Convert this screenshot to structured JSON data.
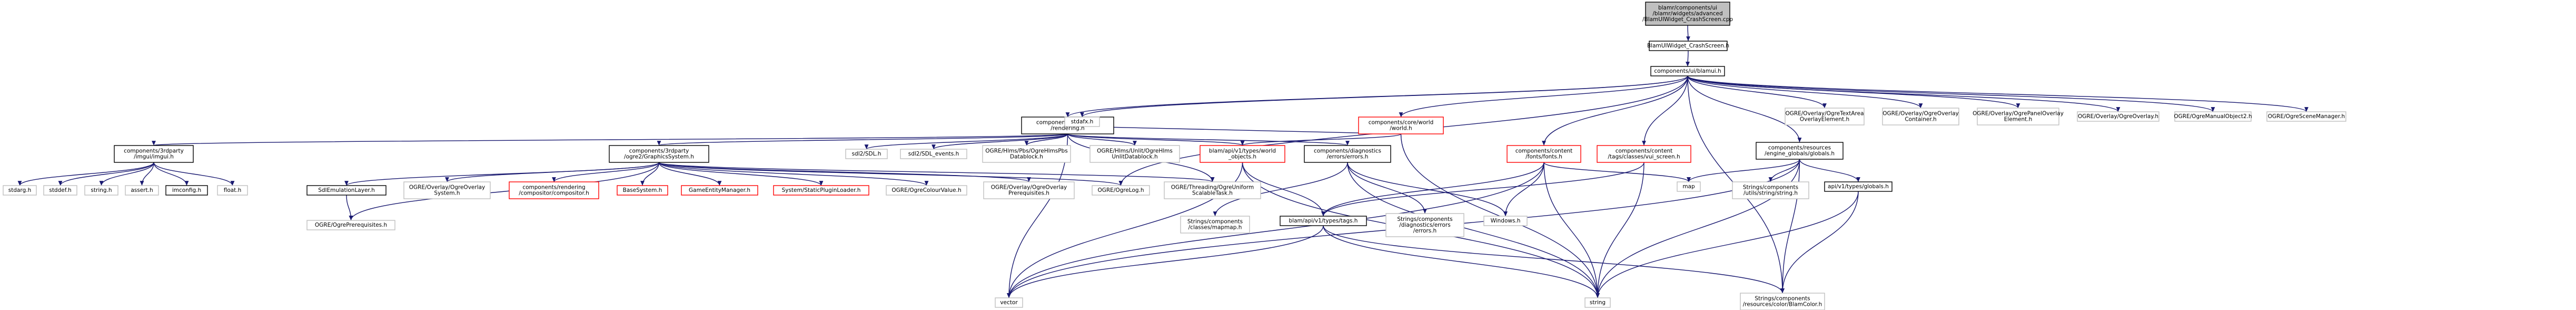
{
  "colors": {
    "background": "#ffffff",
    "edge": "#191970",
    "border_normal": "#000000",
    "border_missing": "#bfbfbf",
    "border_broken": "#ff0000",
    "fill_root": "#bfbfbf",
    "fill_normal": "#ffffff"
  },
  "nodes": {
    "root": {
      "lines": [
        "blamr/components/ui",
        "/blamr/widgets/advanced",
        "/BlamUIWidget_CrashScreen.cpp"
      ],
      "kind": "root"
    },
    "crashscreen_h": {
      "lines": [
        "BlamUIWidget_CrashScreen.h"
      ],
      "kind": "normal"
    },
    "blamui_h": {
      "lines": [
        "components/ui/blamui.h"
      ],
      "kind": "normal"
    },
    "rendering_h": {
      "lines": [
        "components/rendering",
        "/rendering.h"
      ],
      "kind": "normal"
    },
    "world_h": {
      "lines": [
        "components/core/world",
        "/world.h"
      ],
      "kind": "broken"
    },
    "text_overlay_h": {
      "lines": [
        "OGRE/Overlay/OgreTextArea",
        "OverlayElement.h"
      ],
      "kind": "missing"
    },
    "overlay_container_h": {
      "lines": [
        "OGRE/Overlay/OgreOverlay",
        "Container.h"
      ],
      "kind": "missing"
    },
    "panel_overlay_h": {
      "lines": [
        "OGRE/Overlay/OgrePanelOverlay",
        "Element.h"
      ],
      "kind": "missing"
    },
    "ogre_overlay_h": {
      "lines": [
        "OGRE/Overlay/OgreOverlay.h"
      ],
      "kind": "missing"
    },
    "manual_object_h": {
      "lines": [
        "OGRE/OgreManualObject2.h"
      ],
      "kind": "missing"
    },
    "scene_manager_h": {
      "lines": [
        "OGRE/OgreSceneManager.h"
      ],
      "kind": "missing"
    },
    "imgui_h": {
      "lines": [
        "components/3rdparty",
        "/imgui/imgui.h"
      ],
      "kind": "normal"
    },
    "graphics_system_h": {
      "lines": [
        "components/3rdparty",
        "/ogre2/GraphicsSystem.h"
      ],
      "kind": "normal"
    },
    "sdl_h": {
      "lines": [
        "sdl2/SDL.h"
      ],
      "kind": "missing"
    },
    "sdl_events_h": {
      "lines": [
        "sdl2/SDL_events.h"
      ],
      "kind": "missing"
    },
    "hlms_pbs_h": {
      "lines": [
        "OGRE/Hlms/Pbs/OgreHlmsPbs",
        "Datablock.h"
      ],
      "kind": "missing"
    },
    "hlms_unlit_h": {
      "lines": [
        "OGRE/Hlms/Unlit/OgreHlms",
        "UnlitDatablock.h"
      ],
      "kind": "missing"
    },
    "objects_h": {
      "lines": [
        "blam/api/v1/types/world",
        "_objects.h"
      ],
      "kind": "broken"
    },
    "errors_h": {
      "lines": [
        "components/diagnostics",
        "/errors/errors.h"
      ],
      "kind": "normal"
    },
    "fonts_h": {
      "lines": [
        "components/content",
        "/fonts/fonts.h"
      ],
      "kind": "broken"
    },
    "vui_screen_h": {
      "lines": [
        "components/content",
        "/tags/classes/vui_screen.h"
      ],
      "kind": "broken"
    },
    "engine_globals_h": {
      "lines": [
        "components/resources",
        "/engine_globals/globals.h"
      ],
      "kind": "normal"
    },
    "stdarg_h": {
      "lines": [
        "stdarg.h"
      ],
      "kind": "missing"
    },
    "stddef_h": {
      "lines": [
        "stddef.h"
      ],
      "kind": "missing"
    },
    "string_h": {
      "lines": [
        "string.h"
      ],
      "kind": "missing"
    },
    "assert_h": {
      "lines": [
        "assert.h"
      ],
      "kind": "missing"
    },
    "imconfig_h": {
      "lines": [
        "imconfig.h"
      ],
      "kind": "normal"
    },
    "float_h": {
      "lines": [
        "float.h"
      ],
      "kind": "missing"
    },
    "sdlemulation_h": {
      "lines": [
        "SdlEmulationLayer.h"
      ],
      "kind": "normal"
    },
    "overlay_system_h": {
      "lines": [
        "OGRE/Overlay/OgreOverlay",
        "System.h"
      ],
      "kind": "missing"
    },
    "compositor_h": {
      "lines": [
        "components/rendering",
        "/compositor/compositor.h"
      ],
      "kind": "broken"
    },
    "basesystem_h": {
      "lines": [
        "BaseSystem.h"
      ],
      "kind": "broken"
    },
    "gameentity_h": {
      "lines": [
        "GameEntityManager.h"
      ],
      "kind": "broken"
    },
    "staticplugin_h": {
      "lines": [
        "System/StaticPluginLoader.h"
      ],
      "kind": "broken"
    },
    "colourvalue_h": {
      "lines": [
        "OGRE/OgreColourValue.h"
      ],
      "kind": "missing"
    },
    "overlay_prereq_h": {
      "lines": [
        "OGRE/Overlay/OgreOverlay",
        "Prerequisites.h"
      ],
      "kind": "missing"
    },
    "ogrelog_h": {
      "lines": [
        "OGRE/OgreLog.h"
      ],
      "kind": "missing"
    },
    "uniform_task_h": {
      "lines": [
        "OGRE/Threading/OgreUniform",
        "ScalableTask.h"
      ],
      "kind": "missing"
    },
    "ogre_prereq_h": {
      "lines": [
        "OGRE/OgrePrerequisites.h"
      ],
      "kind": "missing"
    },
    "tags_h": {
      "lines": [
        "blam/api/v1/types/tags.h"
      ],
      "kind": "normal"
    },
    "stringmap_h": {
      "lines": [
        "Strings/components",
        "/classes/mapmap.h"
      ],
      "kind": "missing"
    },
    "errors_strings_h": {
      "lines": [
        "Strings/components",
        "/diagnostics/errors",
        "/errors.h"
      ],
      "kind": "missing"
    },
    "windows_h": {
      "lines": [
        "Windows.h"
      ],
      "kind": "missing"
    },
    "vector_h": {
      "lines": [
        "vector"
      ],
      "kind": "missing"
    },
    "string": {
      "lines": [
        "string"
      ],
      "kind": "missing"
    },
    "map": {
      "lines": [
        "map"
      ],
      "kind": "missing"
    },
    "stdafx_h": {
      "lines": [
        "stdafx.h"
      ],
      "kind": "missing"
    },
    "string_strings_h": {
      "lines": [
        "Strings/components",
        "/utils/string/string.h"
      ],
      "kind": "missing"
    },
    "globals_types_h": {
      "lines": [
        "api/v1/types/globals.h"
      ],
      "kind": "normal"
    },
    "color_h": {
      "lines": [
        "Strings/components",
        "/resources/color/BlamColor.h"
      ],
      "kind": "missing"
    }
  }
}
